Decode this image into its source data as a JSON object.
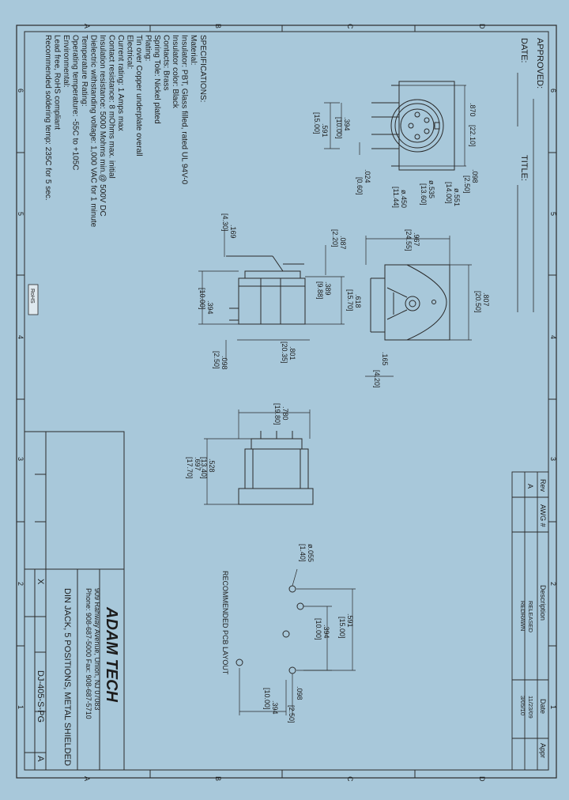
{
  "drawing": {
    "background": "#a8c8da",
    "line_color": "#2a2a2a",
    "zone_letters": [
      "A",
      "B",
      "C",
      "D"
    ],
    "zone_numbers": [
      "6",
      "5",
      "4",
      "3",
      "2",
      "1"
    ],
    "approval": {
      "approved": "APPROVED:",
      "date": "DATE:",
      "title": "TITLE:"
    },
    "revision_table": {
      "headers": [
        "Rev",
        "AWG #",
        "Description",
        "Date",
        "Appr"
      ],
      "rows": [
        {
          "rev": "A",
          "awg": "",
          "description": "RELEASED",
          "date": "11/23/09",
          "appr": ""
        },
        {
          "rev": "",
          "awg": "",
          "description": "REDRAWN",
          "date": "3/05/10",
          "appr": ""
        }
      ]
    },
    "specifications": {
      "heading": "SPECIFICATIONS:",
      "lines": [
        "Material:",
        "Insulator: PBT, Glass filled, rated UL 94V-0",
        "Insulator color: Black",
        "Contacts: Brass",
        "Spring Tole: Nickel plated",
        "Plating:",
        "Tin over Copper underplate overall",
        "Electrical:",
        "Current rating: 1 Amps max",
        "Contact resistance: 8 mOhms max. initial",
        "Insulation resistance: 5000 Mohms min.@ 500V DC",
        "Dielectric withstanding voltage: 1,000 VAC for 1 minute",
        "Temperature Rating:",
        "Operating temperature: -55C to +105C",
        "Environmental:",
        "Lead free, RoHS compliant",
        "Recommended soldering temp: 235C for 5 sec."
      ],
      "rohs": "RoHS"
    },
    "dimensions": {
      "front_overall": ".870",
      "front_overall_mm": "[22.10]",
      "front_a": ".394",
      "front_a_mm": "[10.00]",
      "front_b": ".591",
      "front_b_mm": "[15.00]",
      "front_c": ".024",
      "front_c_mm": "[0.60]",
      "front_d": ".098",
      "front_d_mm": "[2.50]",
      "dia_551": "ø.551",
      "dia_551_mm": "[14.00]",
      "dia_535": "ø.535",
      "dia_535_mm": "[13.60]",
      "dia_450": "ø.450",
      "dia_450_mm": "[11.44]",
      "side_169": ".169",
      "side_169_mm": "[4.30]",
      "side_087": ".087",
      "side_087_mm": "[2.20]",
      "side_394": ".394",
      "side_394_mm": "[10.00]",
      "side_389": ".389",
      "side_389_mm": "[9.88]",
      "side_618": ".618",
      "side_618_mm": "[15.70]",
      "side_801": ".801",
      "side_801_mm": "[20.35]",
      "side_098": ".098",
      "side_098_mm": "[2.50]",
      "top_967": ".967",
      "top_967_mm": "[24.55]",
      "top_807": ".807",
      "top_807_mm": "[20.50]",
      "top_165": ".165",
      "top_165_mm": "[4.20]",
      "end_780": ".780",
      "end_780_mm": "[19.80]",
      "end_528": ".528",
      "end_528_mm": "[13.40]",
      "end_697": ".697",
      "end_697_mm": "[17.70]",
      "pcb_055": "ø.055",
      "pcb_055_mm": "[1.40]",
      "pcb_591": ".591",
      "pcb_591_mm": "[15.00]",
      "pcb_394a": ".394",
      "pcb_394a_mm": "[10.00]",
      "pcb_098": ".098",
      "pcb_098_mm": "[2.50]",
      "pcb_394b": ".394",
      "pcb_394b_mm": "[10.00]"
    },
    "pcb_label": "RECOMMENDED PCB LAYOUT",
    "title_block": {
      "company": "ADAM TECH",
      "address": "909 Rahway Avenue, Union, NJ 07083",
      "phone": "Phone: 908-687-5000 Fax: 908-687-5710",
      "title": "DIN JACK, 5 POSITIONS, METAL SHIELDED",
      "part_no": "DJ-405-S-PG",
      "rev": "A",
      "x_mark": "X"
    }
  }
}
